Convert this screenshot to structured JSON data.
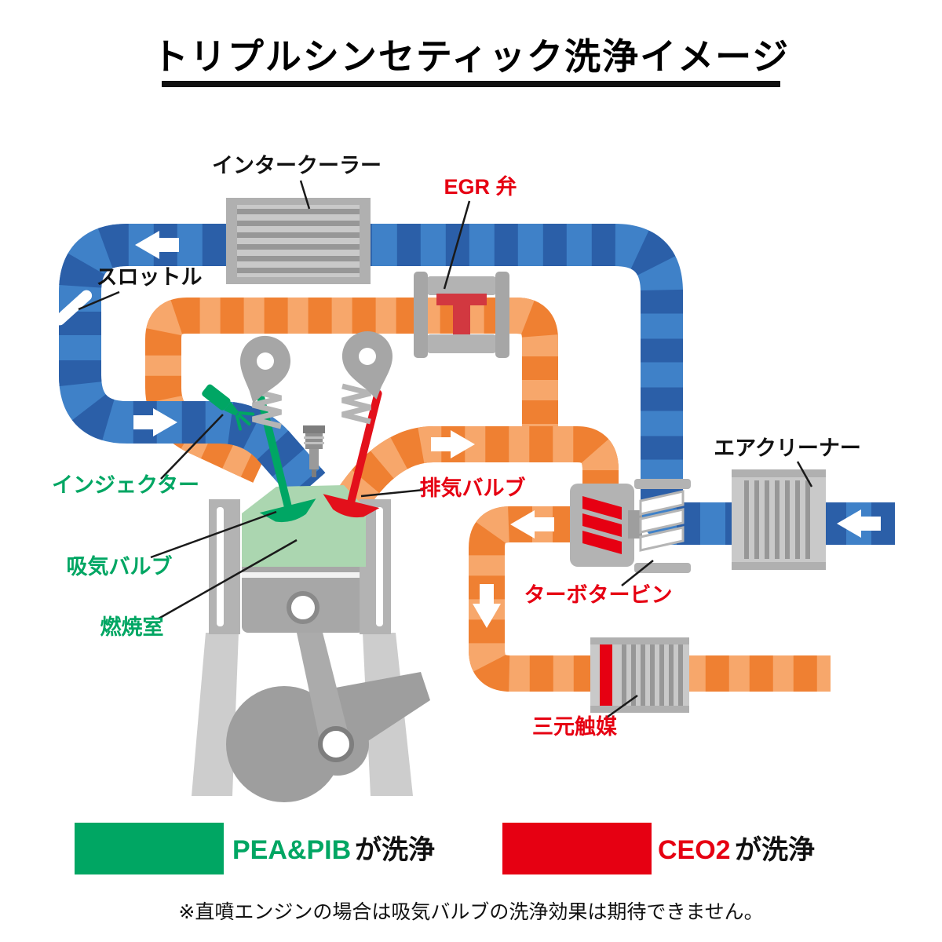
{
  "title": "トリプルシンセティック洗浄イメージ",
  "labels": {
    "intercooler": "インタークーラー",
    "egr_valve": "EGR 弁",
    "throttle": "スロットル",
    "injector": "インジェクター",
    "intake_valve": "吸気バルブ",
    "combustion_chamber": "燃焼室",
    "exhaust_valve": "排気バルブ",
    "air_cleaner": "エアクリーナー",
    "turbo_turbine": "ターボタービン",
    "three_way_catalyst": "三元触媒"
  },
  "legend": {
    "pea": {
      "chemical": "PEA&PIB",
      "suffix": "が洗浄",
      "color": "#00a663"
    },
    "ceo2": {
      "chemical": "CEO2",
      "suffix": "が洗浄",
      "color": "#e60012"
    }
  },
  "footnote": "※直噴エンジンの場合は吸気バルブの洗浄効果は期待できません。",
  "colors": {
    "intake_pipe": "#3f81c8",
    "intake_pipe_dash": "#2b5fa8",
    "exhaust_pipe": "#ef8032",
    "exhaust_pipe_dash": "#f7a76b",
    "component_gray": "#c9c9c9",
    "fin_gray": "#979797",
    "green": "#00a663",
    "red": "#e60012",
    "combustion_green": "#abd6b0"
  }
}
